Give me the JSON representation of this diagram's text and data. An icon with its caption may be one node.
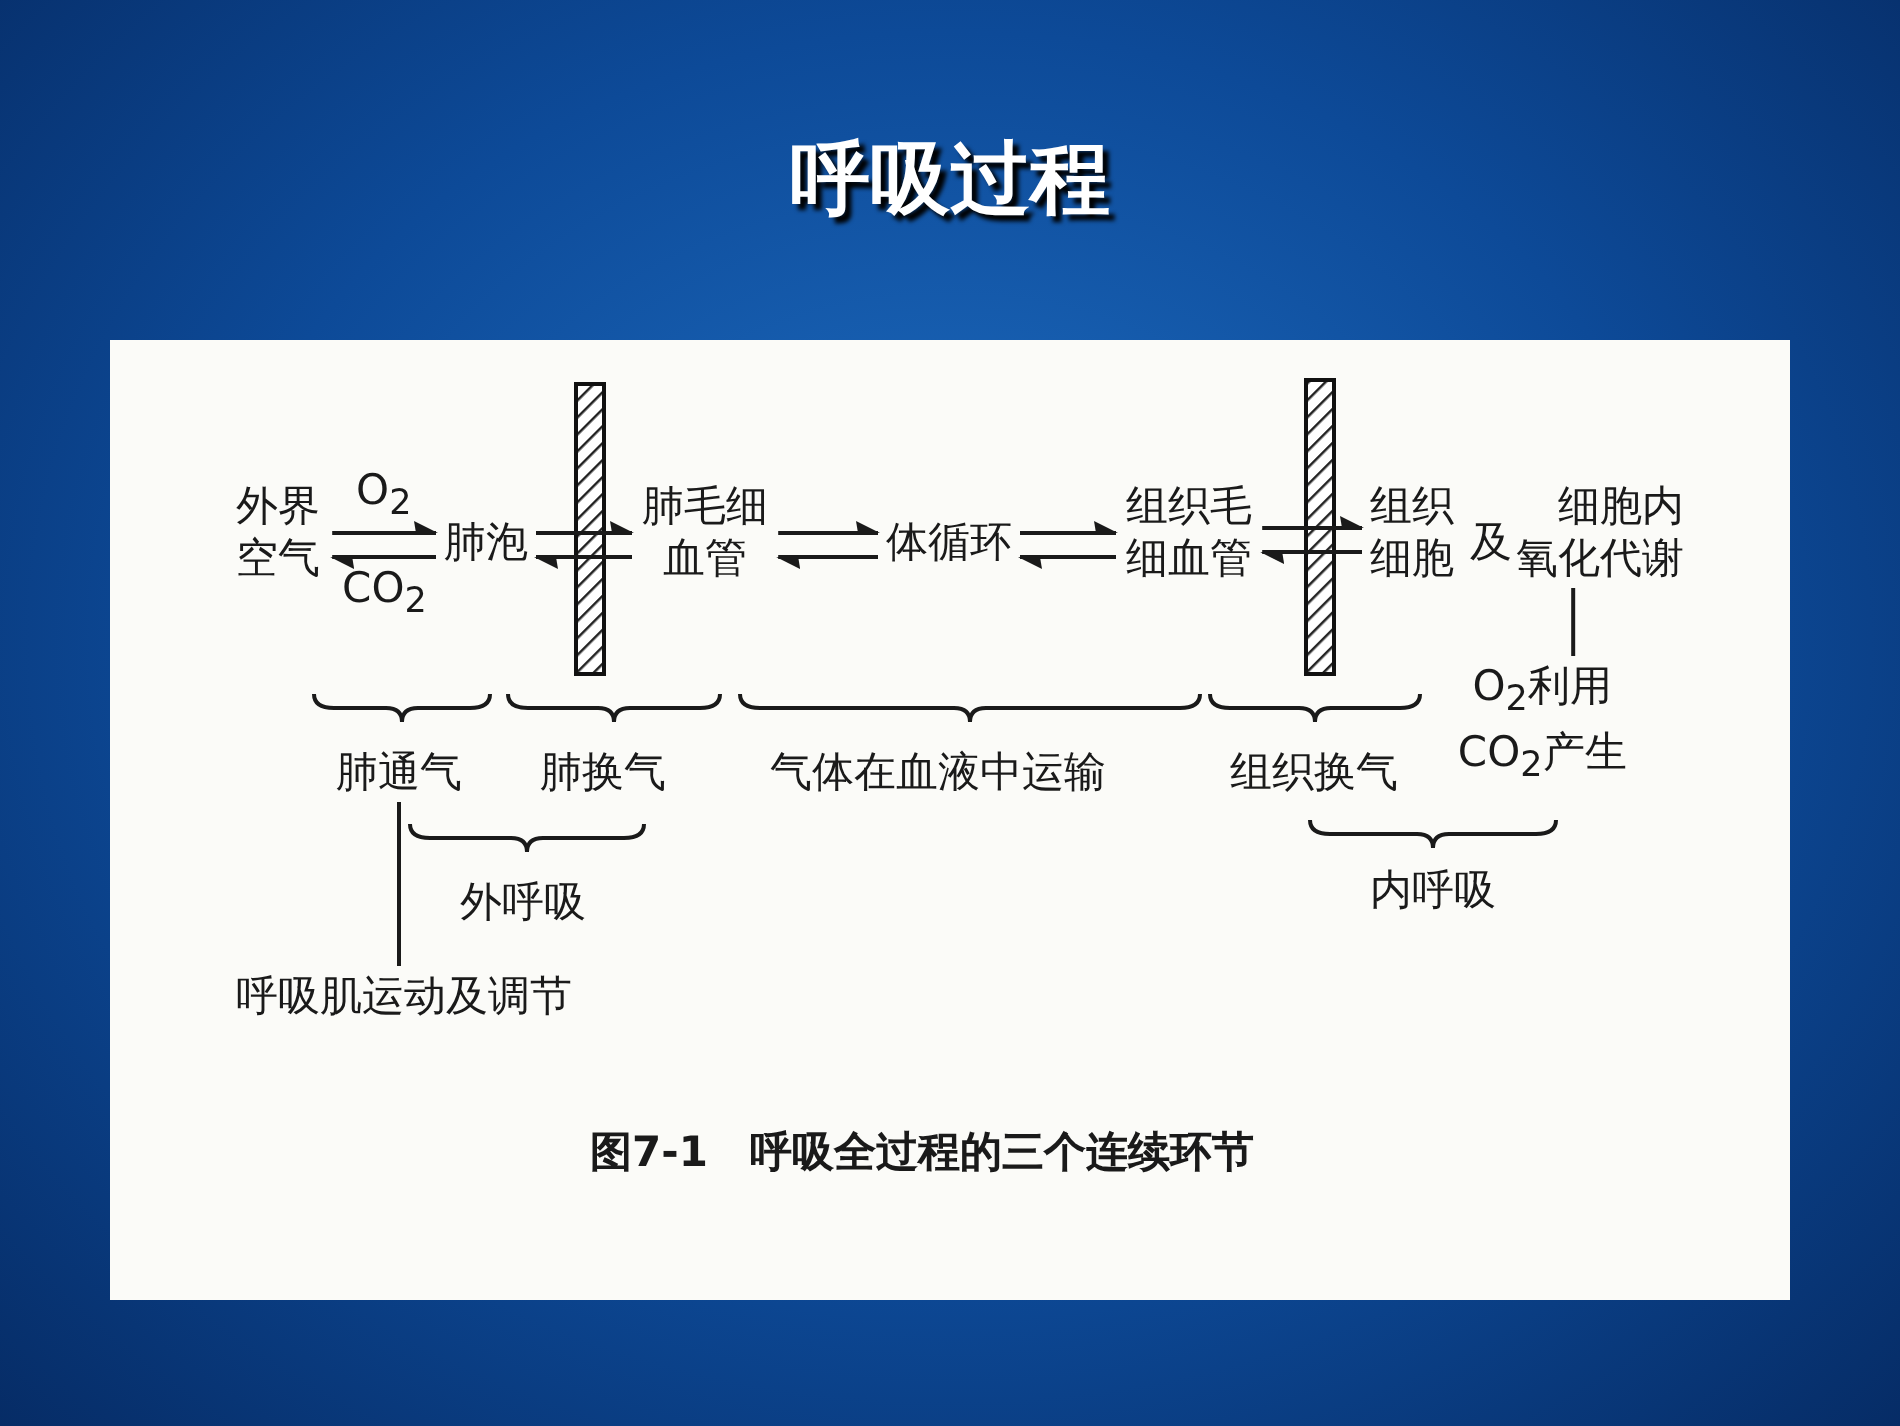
{
  "diagram": {
    "title": "呼吸过程",
    "caption": "图7-1　呼吸全过程的三个连续环节",
    "nodes": [
      {
        "text": [
          "外界空气"
        ]
      },
      {
        "text": [
          "肺泡"
        ]
      },
      {
        "text": [
          "肺毛细血管"
        ]
      },
      {
        "text": [
          "体循环"
        ]
      },
      {
        "text": [
          "组织毛细血管"
        ]
      },
      {
        "text": [
          "组织细胞"
        ]
      },
      {
        "text": [
          "细胞内氧化代谢"
        ]
      },
      {
        "text": [
          "O$_{2}$利用 CO$_{2}$产生"
        ]
      },
      {
        "text": [
          "肺通气"
        ]
      },
      {
        "text": [
          "呼吸肌运动及调节"
        ]
      }
    ],
    "edges": [
      {
        "from": 0,
        "to": 1,
        "arrow": "to",
        "label": "O$_{2}$"
      },
      {
        "from": 1,
        "to": 0,
        "arrow": "to",
        "label": "CO$_{2}$"
      },
      {
        "from": 1,
        "to": 2,
        "arrow": "to"
      },
      {
        "from": 2,
        "to": 1,
        "arrow": "to"
      },
      {
        "from": 2,
        "to": 3,
        "arrow": "to"
      },
      {
        "from": 3,
        "to": 2,
        "arrow": "to"
      },
      {
        "from": 3,
        "to": 4,
        "arrow": "to"
      },
      {
        "from": 4,
        "to": 3,
        "arrow": "to"
      },
      {
        "from": 4,
        "to": 5,
        "arrow": "to"
      },
      {
        "from": 5,
        "to": 4,
        "arrow": "to"
      },
      {
        "from": 6,
        "to": 7,
        "arrow": "none"
      },
      {
        "from": 8,
        "to": 9,
        "arrow": "none"
      }
    ],
    "labels": [
      "及",
      "肺换气",
      "气体在血液中运输",
      "组织换气",
      "外呼吸",
      "内呼吸"
    ]
  }
}
